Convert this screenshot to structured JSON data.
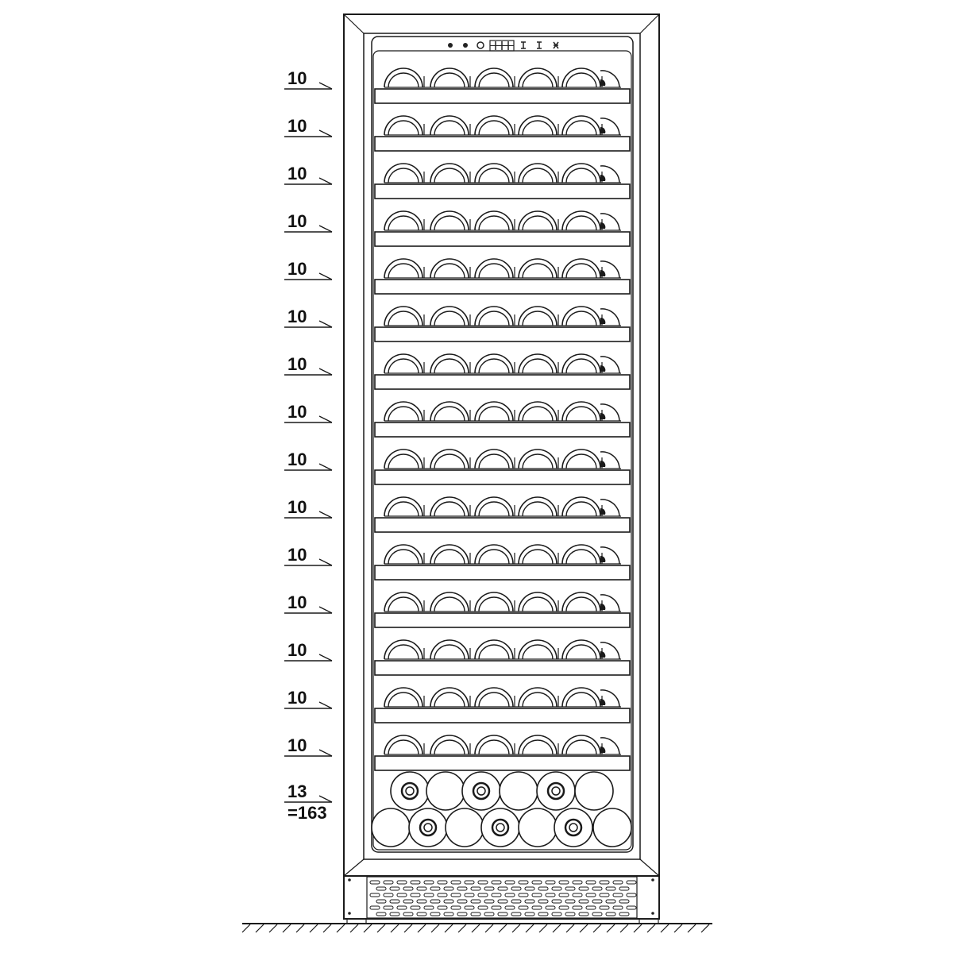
{
  "diagram": {
    "subject": "wine cooler front view",
    "control_panel": {
      "icons": [
        "light-icon",
        "fan-icon",
        "power-icon",
        "temperature-display",
        "up-arrow-icon",
        "down-arrow-icon",
        "lock-icon"
      ]
    },
    "shelves": [
      {
        "capacity": "10"
      },
      {
        "capacity": "10"
      },
      {
        "capacity": "10"
      },
      {
        "capacity": "10"
      },
      {
        "capacity": "10"
      },
      {
        "capacity": "10"
      },
      {
        "capacity": "10"
      },
      {
        "capacity": "10"
      },
      {
        "capacity": "10"
      },
      {
        "capacity": "10"
      },
      {
        "capacity": "10"
      },
      {
        "capacity": "10"
      },
      {
        "capacity": "10"
      },
      {
        "capacity": "10"
      },
      {
        "capacity": "10"
      }
    ],
    "bottom_rack": {
      "capacity": "13",
      "top_row_bottles": 6,
      "bottom_row_bottles": 7
    },
    "total": "=163"
  }
}
